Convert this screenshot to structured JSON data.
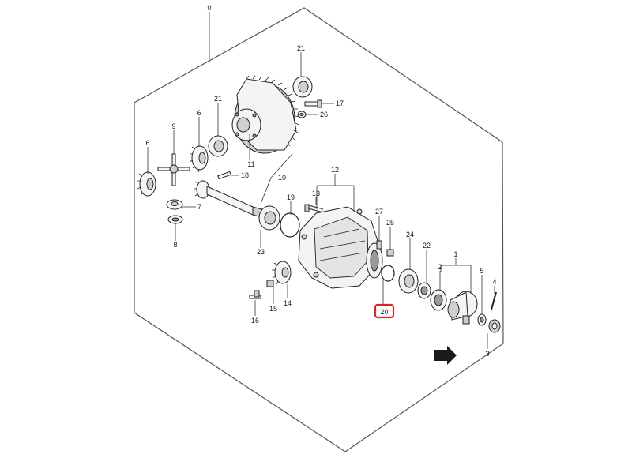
{
  "diagram": {
    "labels": {
      "l0": "0",
      "l1": "1",
      "l2": "2",
      "l3": "3",
      "l4": "4",
      "l5": "5",
      "l6a": "6",
      "l6b": "6",
      "l7": "7",
      "l8": "8",
      "l9": "9",
      "l10": "10",
      "l11": "11",
      "l12": "12",
      "l13": "13",
      "l14": "14",
      "l15": "15",
      "l16": "16",
      "l17": "17",
      "l18": "18",
      "l19": "19",
      "l20": "20",
      "l21a": "21",
      "l21b": "21",
      "l22": "22",
      "l23": "23",
      "l24": "24",
      "l25": "25",
      "l26": "26",
      "l27": "27"
    },
    "highlight": {
      "label": "20",
      "color": "#d6262b"
    }
  }
}
